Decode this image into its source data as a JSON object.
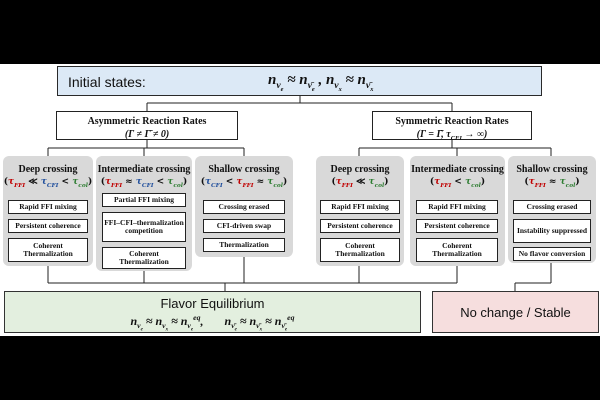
{
  "initial": {
    "label": "Initial states:",
    "formula": "n_νe ≈ n_ν̄e , n_νx ≈ n_ν̄x"
  },
  "asymmetric": {
    "title": "Asymmetric Reaction Rates",
    "condition": "(Γ ≠ Γ̄ ≠ 0)"
  },
  "symmetric": {
    "title": "Symmetric Reaction Rates",
    "condition": "(Γ = Γ̄, τ_CFI → ∞)"
  },
  "columns": [
    {
      "title": "Deep crossing",
      "condition": "(τ_FFI ≪ τ_CFI < τ_col)",
      "steps": [
        "Rapid FFI mixing",
        "Persistent coherence",
        "Coherent Thermalization"
      ]
    },
    {
      "title": "Intermediate crossing",
      "condition": "(τ_FFI ≈ τ_CFI < τ_col)",
      "steps": [
        "Partial FFI mixing",
        "FFI–CFI–thermalization competition",
        "Coherent Thermalization"
      ]
    },
    {
      "title": "Shallow crossing",
      "condition": "(τ_CFI < τ_FFI ≈ τ_col)",
      "steps": [
        "Crossing erased",
        "CFI-driven swap",
        "Thermalization"
      ]
    },
    {
      "title": "Deep crossing",
      "condition": "(τ_FFI ≪ τ_col)",
      "steps": [
        "Rapid FFI mixing",
        "Persistent coherence",
        "Coherent Thermalization"
      ]
    },
    {
      "title": "Intermediate crossing",
      "condition": "(τ_FFI < τ_col)",
      "steps": [
        "Rapid FFI mixing",
        "Persistent coherence",
        "Coherent Thermalization"
      ]
    },
    {
      "title": "Shallow crossing",
      "condition": "(τ_FFI ≈ τ_col)",
      "steps": [
        "Crossing erased",
        "Instability suppressed",
        "No flavor conversion"
      ]
    }
  ],
  "outcomes": {
    "equilibrium_title": "Flavor Equilibrium",
    "equilibrium_formula": "n_νe ≈ n_νx ≈ n_νe^eq,     n_ν̄e ≈ n_ν̄x ≈ n_ν̄e^eq",
    "no_change": "No change / Stable"
  },
  "colors": {
    "initial_bg": "#dce9f6",
    "equilibrium_bg": "#e3efdf",
    "nochange_bg": "#f6dede",
    "panel_bg": "#d9d9d9",
    "ffi_red": "#c00000",
    "cfi_blue": "#1f4e9c",
    "col_green": "#2e7d32"
  }
}
